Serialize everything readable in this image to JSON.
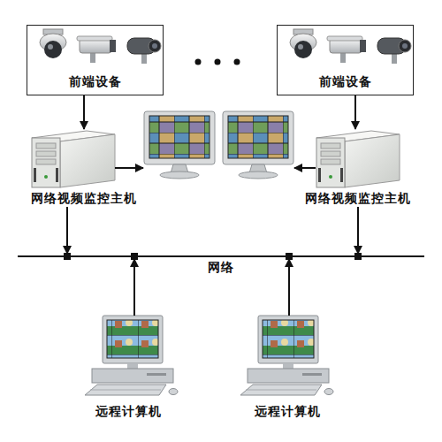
{
  "diagram": {
    "nodes": [
      {
        "text": [
          "前端设备"
        ]
      },
      {
        "text": [
          "前端设备"
        ]
      },
      {
        "text": [
          "网络视频监控主机"
        ]
      },
      {
        "text": [
          "网络视频监控主机"
        ]
      },
      {
        "text": [
          "网络"
        ]
      },
      {
        "text": [
          "远程计算机"
        ]
      },
      {
        "text": [
          "远程计算机"
        ]
      }
    ],
    "edges": [
      {
        "from": 0,
        "to": 2,
        "arrow": "to"
      },
      {
        "from": 1,
        "to": 3,
        "arrow": "to"
      },
      {
        "from": 2,
        "to": 4,
        "arrow": "to"
      },
      {
        "from": 3,
        "to": 4,
        "arrow": "to"
      },
      {
        "from": 5,
        "to": 4,
        "arrow": "to"
      },
      {
        "from": 6,
        "to": 4,
        "arrow": "to"
      }
    ]
  }
}
